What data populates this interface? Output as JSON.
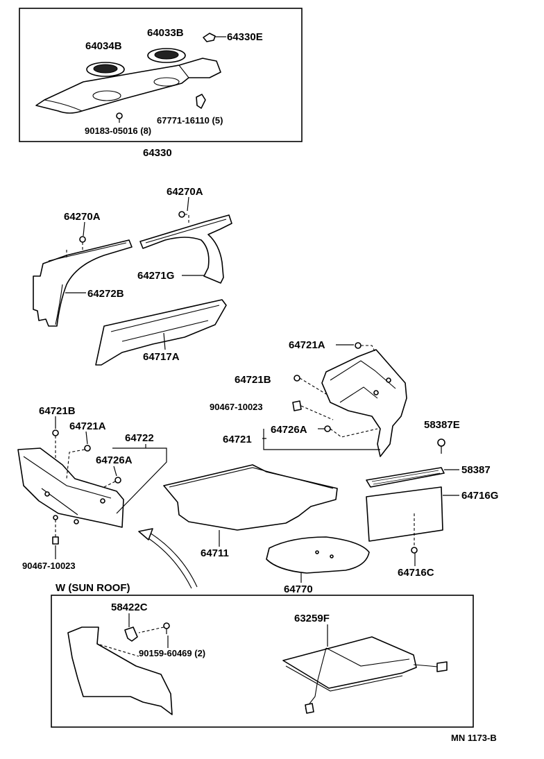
{
  "diagram": {
    "footer_code": "MN 1173-B",
    "package_shelf": {
      "main_label": "64330",
      "labels": [
        "64034B",
        "64033B",
        "64330E",
        "90183-05016 (8)",
        "67771-16110 (5)"
      ]
    },
    "quarter_trim": {
      "labels": [
        "64270A",
        "64270A",
        "64271G",
        "64272B",
        "64717A"
      ]
    },
    "right_trunk_side": {
      "labels": [
        "64721A",
        "64721B",
        "90467-10023",
        "64726A",
        "64721",
        "58387E",
        "58387",
        "64716G",
        "64716C"
      ]
    },
    "left_trunk_side": {
      "labels": [
        "64721B",
        "64721A",
        "64722",
        "64726A",
        "90467-10023"
      ]
    },
    "trunk_floor": {
      "labels": [
        "64711",
        "64770"
      ]
    },
    "sun_roof_variant": {
      "heading": "W (SUN ROOF)",
      "labels": [
        "58422C",
        "90159-60469 (2)",
        "63259F"
      ]
    }
  }
}
